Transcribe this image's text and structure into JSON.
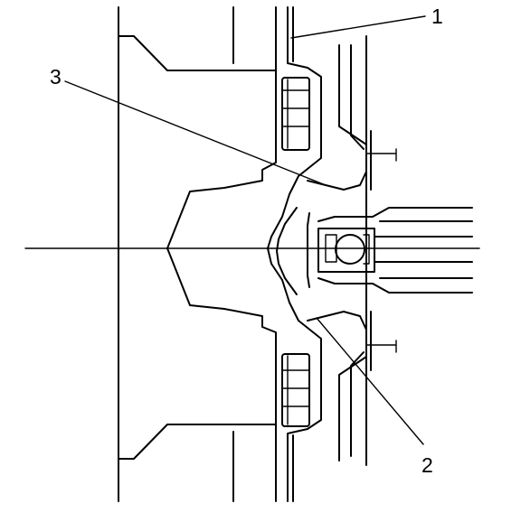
{
  "figure": {
    "callouts": [
      {
        "id": "1",
        "label": "1"
      },
      {
        "id": "2",
        "label": "2"
      },
      {
        "id": "3",
        "label": "3"
      }
    ],
    "colors": {
      "ink": "#000000",
      "background": "#ffffff"
    }
  }
}
